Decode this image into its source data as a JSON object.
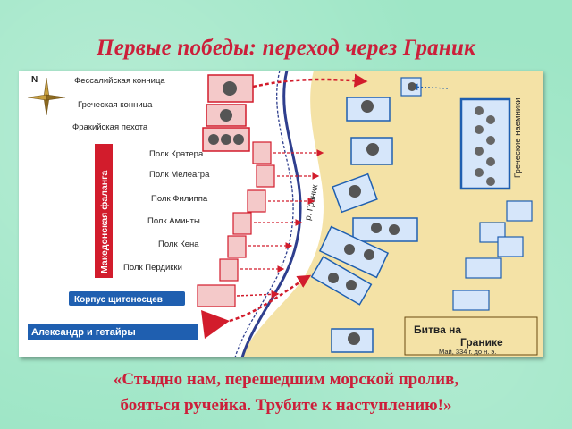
{
  "title": "Первые победы: переход через Граник",
  "quote_line1": "«Стыдно нам, перешедшим морской пролив,",
  "quote_line2": "бояться ручейка. Трубите к наступлению!»",
  "map": {
    "compass_north": "N",
    "units": {
      "thessalian_cavalry": "Фессалийская конница",
      "greek_cavalry": "Греческая конница",
      "thracian_infantry": "Фракийская пехота",
      "craterus": "Полк Кратера",
      "meleager": "Полк Мелеагра",
      "philip": "Полк Филиппа",
      "amyntas": "Полк Аминты",
      "coenus": "Полк Кена",
      "perdiccas": "Полк Пердикки",
      "hypaspists": "Корпус щитоносцев",
      "alexander": "Александр и гетайры"
    },
    "phalanx_label": "Македонская фаланга",
    "mercenaries_label": "Греческие наемники",
    "river_label": "р. Граник",
    "battle_title_1": "Битва на",
    "battle_title_2": "Гранике",
    "battle_date": "Май, 334 г. до н. э."
  },
  "colors": {
    "title": "#cc1f3a",
    "background": "#9ee6c6",
    "banner_blue": "#1f5fb0",
    "banner_red": "#d21c2c",
    "land": "#f4e2a6",
    "river": "#2f3f8e"
  }
}
